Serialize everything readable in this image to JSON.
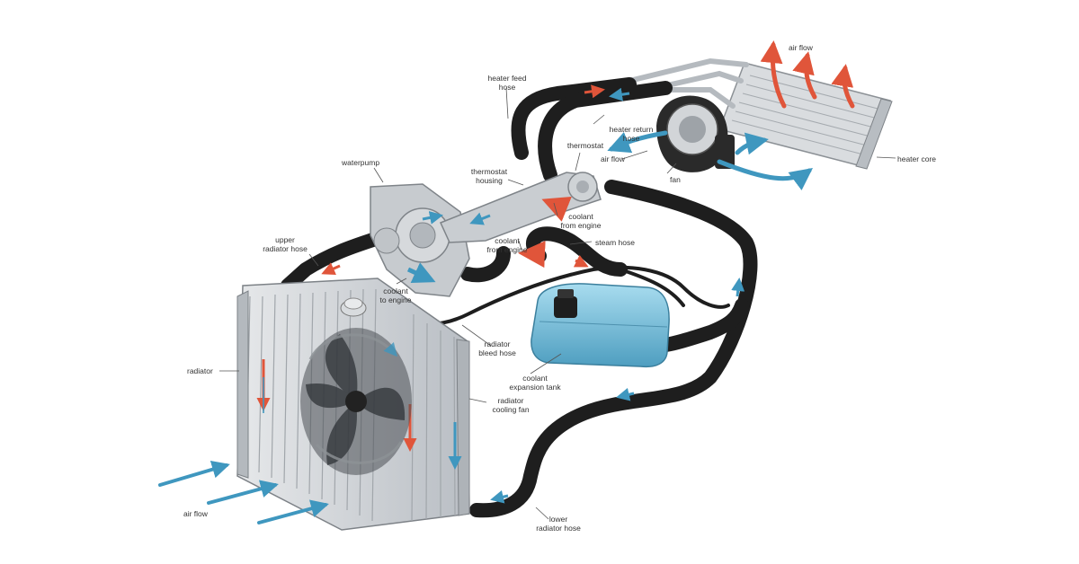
{
  "labels": {
    "heater_feed_hose": "heater feed\nhose",
    "air_flow_top": "air flow",
    "heater_return_hose": "heater return\nhose",
    "thermostat": "thermostat",
    "air_flow_heater": "air flow",
    "heater_core": "heater core",
    "fan": "fan",
    "waterpump": "waterpump",
    "thermostat_housing": "thermostat\nhousing",
    "coolant_from_engine_1": "coolant\nfrom engine",
    "coolant_from_engine_2": "coolant\nfrom engine",
    "steam_hose": "steam hose",
    "upper_radiator_hose": "upper\nradiator hose",
    "coolant_to_engine": "coolant\nto engine",
    "radiator_bleed_hose": "radiator\nbleed hose",
    "coolant_expansion_tank": "coolant\nexpansion tank",
    "radiator": "radiator",
    "radiator_cooling_fan": "radiator\ncooling fan",
    "air_flow_bottom": "air flow",
    "lower_radiator_hose": "lower\nradiator hose"
  },
  "colors": {
    "hose": "#1e1e1e",
    "hot_arrow": "#e0553a",
    "cold_arrow": "#3f97bf",
    "metal": "#c9cdd2",
    "tank_fluid": "#7fc3dc",
    "heater_core": "#d9dcdf"
  }
}
